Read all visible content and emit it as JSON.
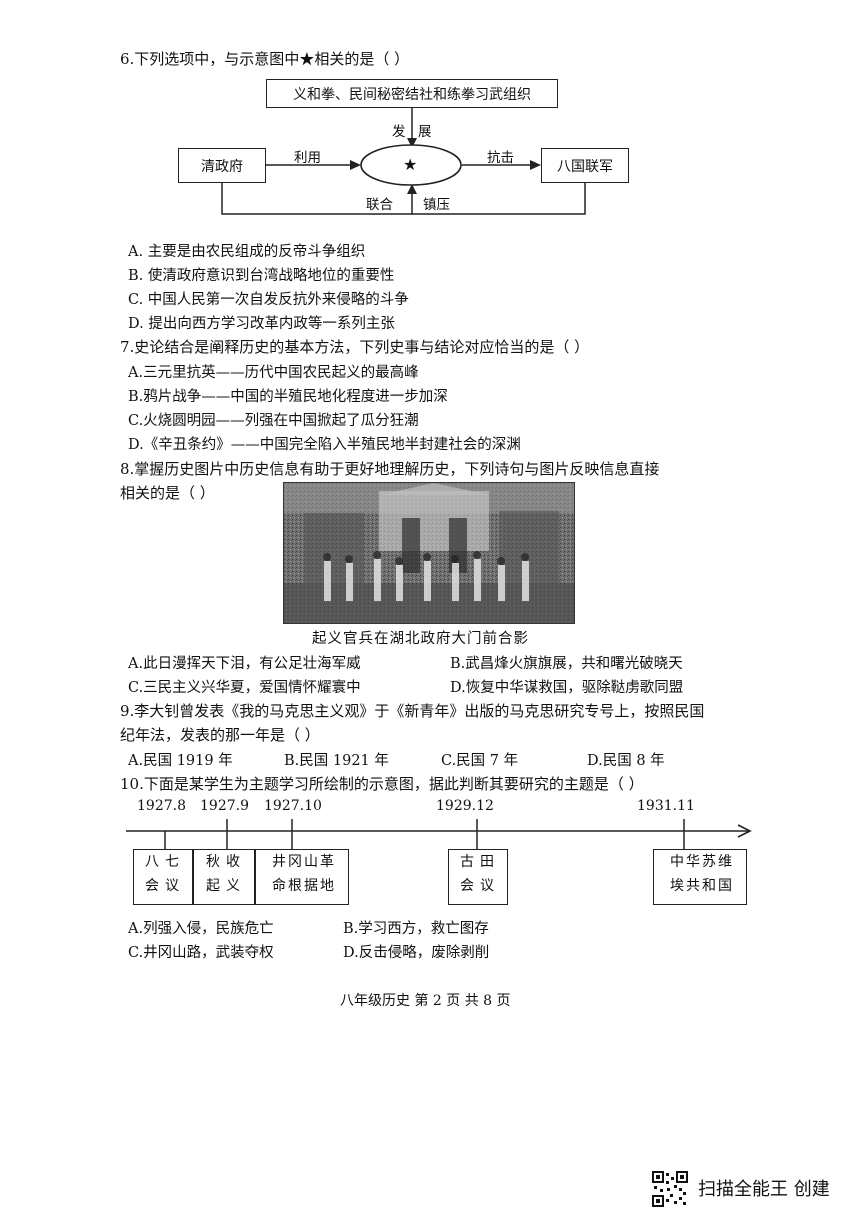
{
  "q6": {
    "stem": "6.下列选项中，与示意图中★相关的是（    ）",
    "diagram": {
      "top_box": "义和拳、民间秘密结社和练拳习武组织",
      "left_box": "清政府",
      "right_box": "八国联军",
      "center": "★",
      "develop_1": "发",
      "develop_2": "展",
      "use": "利用",
      "resist": "抗击",
      "ally": "联合",
      "suppress": "镇压"
    },
    "options": [
      "A.  主要是由农民组成的反帝斗争组织",
      "B.  使清政府意识到台湾战略地位的重要性",
      "C.  中国人民第一次自发反抗外来侵略的斗争",
      "D.  提出向西方学习改革内政等一系列主张"
    ]
  },
  "q7": {
    "stem": "7.史论结合是阐释历史的基本方法，下列史事与结论对应恰当的是（    ）",
    "options": [
      "A.三元里抗英——历代中国农民起义的最高峰",
      "B.鸦片战争——中国的半殖民地化程度进一步加深",
      "C.火烧圆明园——列强在中国掀起了瓜分狂潮",
      "D.《辛丑条约》——中国完全陷入半殖民地半封建社会的深渊"
    ]
  },
  "q8": {
    "stem_1": "8.掌握历史图片中历史信息有助于更好地理解历史，下列诗句与图片反映信息直接",
    "stem_2": "相关的是（    ）",
    "caption": "起义官兵在湖北政府大门前合影",
    "options": [
      "A.此日漫挥天下泪，有公足壮海军威",
      "B.武昌烽火旗旗展，共和曙光破晓天",
      "C.三民主义兴华夏，爱国情怀耀寰中",
      "D.恢复中华谋救国，驱除鞑虏歌同盟"
    ]
  },
  "q9": {
    "stem_1": "9.李大钊曾发表《我的马克思主义观》于《新青年》出版的马克思研究专号上，按照民国",
    "stem_2": "纪年法，发表的那一年是（    ）",
    "options": [
      "A.民国 1919 年",
      "B.民国 1921 年",
      "C.民国 7 年",
      "D.民国 8 年"
    ]
  },
  "q10": {
    "stem": "10.下面是某学生为主题学习所绘制的示意图，据此判断其要研究的主题是（    ）",
    "timeline": {
      "dates": [
        "1927.8",
        "1927.9",
        "1927.10",
        "1929.12",
        "1931.11"
      ],
      "events": [
        {
          "l1": "八七",
          "l2": "会议"
        },
        {
          "l1": "秋收",
          "l2": "起义"
        },
        {
          "l1": "井冈山革",
          "l2": "命根据地"
        },
        {
          "l1": "古田",
          "l2": "会议"
        },
        {
          "l1": "中华苏维",
          "l2": "埃共和国"
        }
      ]
    },
    "options": [
      "A.列强入侵，民族危亡",
      "B.学习西方，救亡图存",
      "C.井冈山路，武装夺权",
      "D.反击侵略，废除剥削"
    ]
  },
  "footer": {
    "page": "八年级历史  第 2 页  共 8 页",
    "scanner": "扫描全能王 创建"
  }
}
